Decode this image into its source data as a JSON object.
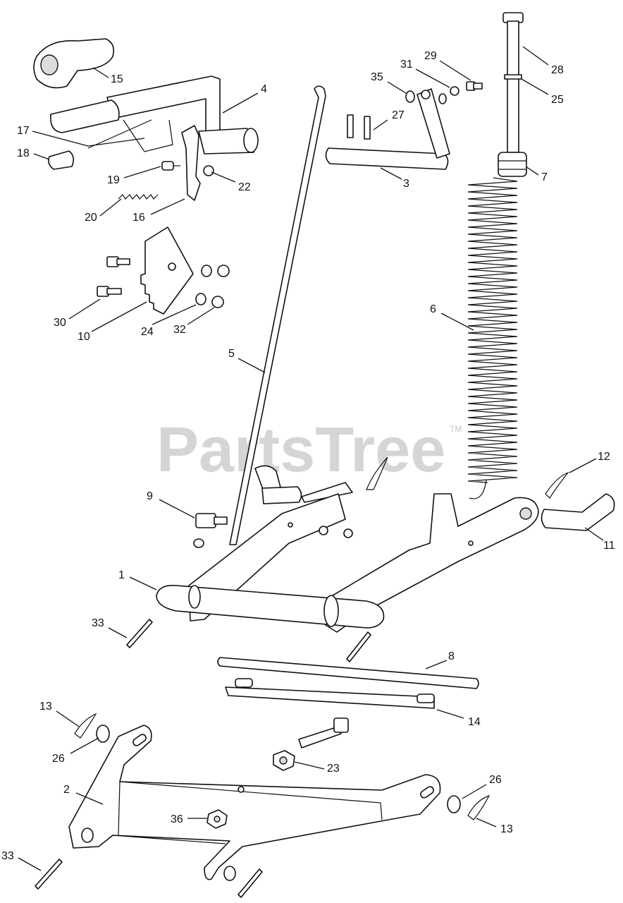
{
  "watermark": {
    "text": "PartsTree",
    "trademark": "TM"
  },
  "callouts": [
    {
      "id": "c15",
      "label": "15"
    },
    {
      "id": "c4",
      "label": "4"
    },
    {
      "id": "c17",
      "label": "17"
    },
    {
      "id": "c18",
      "label": "18"
    },
    {
      "id": "c19",
      "label": "19"
    },
    {
      "id": "c22",
      "label": "22"
    },
    {
      "id": "c20",
      "label": "20"
    },
    {
      "id": "c16",
      "label": "16"
    },
    {
      "id": "c35",
      "label": "35"
    },
    {
      "id": "c31",
      "label": "31"
    },
    {
      "id": "c29",
      "label": "29"
    },
    {
      "id": "c28",
      "label": "28"
    },
    {
      "id": "c25",
      "label": "25"
    },
    {
      "id": "c27",
      "label": "27"
    },
    {
      "id": "c3",
      "label": "3"
    },
    {
      "id": "c7",
      "label": "7"
    },
    {
      "id": "c30",
      "label": "30"
    },
    {
      "id": "c10",
      "label": "10"
    },
    {
      "id": "c24",
      "label": "24"
    },
    {
      "id": "c32",
      "label": "32"
    },
    {
      "id": "c6",
      "label": "6"
    },
    {
      "id": "c5",
      "label": "5"
    },
    {
      "id": "c12",
      "label": "12"
    },
    {
      "id": "c9",
      "label": "9"
    },
    {
      "id": "c11",
      "label": "11"
    },
    {
      "id": "c1",
      "label": "1"
    },
    {
      "id": "c33a",
      "label": "33"
    },
    {
      "id": "c8",
      "label": "8"
    },
    {
      "id": "c14",
      "label": "14"
    },
    {
      "id": "c13a",
      "label": "13"
    },
    {
      "id": "c26a",
      "label": "26"
    },
    {
      "id": "c23",
      "label": "23"
    },
    {
      "id": "c2",
      "label": "2"
    },
    {
      "id": "c36",
      "label": "36"
    },
    {
      "id": "c26b",
      "label": "26"
    },
    {
      "id": "c13b",
      "label": "13"
    },
    {
      "id": "c33b",
      "label": "33"
    }
  ]
}
